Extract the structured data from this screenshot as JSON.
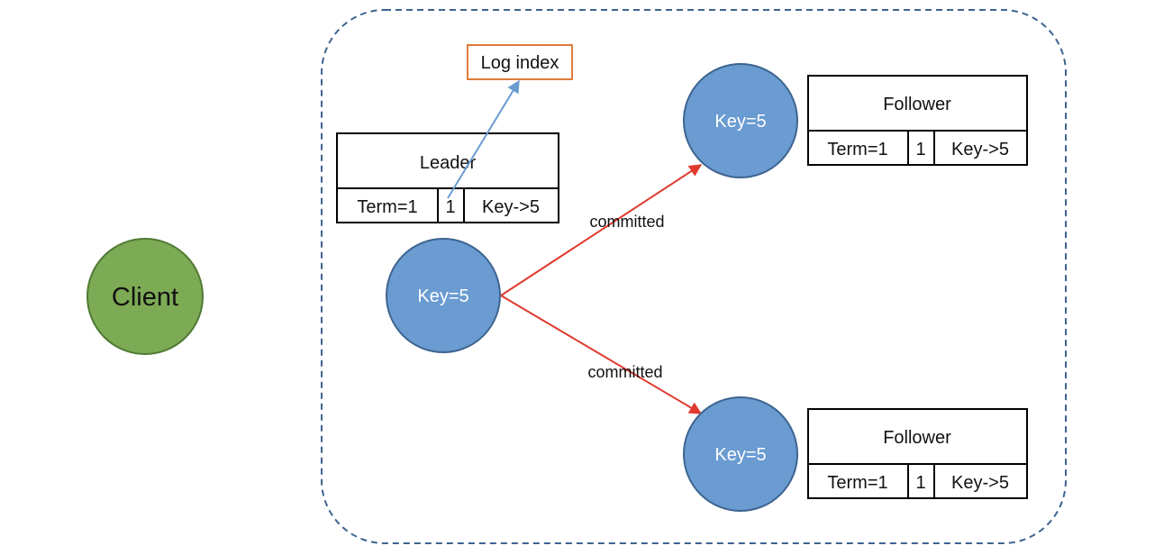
{
  "client": {
    "label": "Client",
    "color": "#7daa55"
  },
  "node_color": "#6a9bd1",
  "leader": {
    "node_label": "Key=5",
    "table": {
      "title": "Leader",
      "term": "Term=1",
      "index": "1",
      "entry": "Key->5"
    }
  },
  "log_index_label": "Log index",
  "followers": [
    {
      "node_label": "Key=5",
      "table": {
        "title": "Follower",
        "term": "Term=1",
        "index": "1",
        "entry": "Key->5"
      },
      "edge_label": "committed"
    },
    {
      "node_label": "Key=5",
      "table": {
        "title": "Follower",
        "term": "Term=1",
        "index": "1",
        "entry": "Key->5"
      },
      "edge_label": "committed"
    }
  ],
  "colors": {
    "edge": "#e03a2f",
    "pointer": "#6a9bd1",
    "callout_border": "#e07b3a",
    "cluster_border": "#3d6490"
  }
}
